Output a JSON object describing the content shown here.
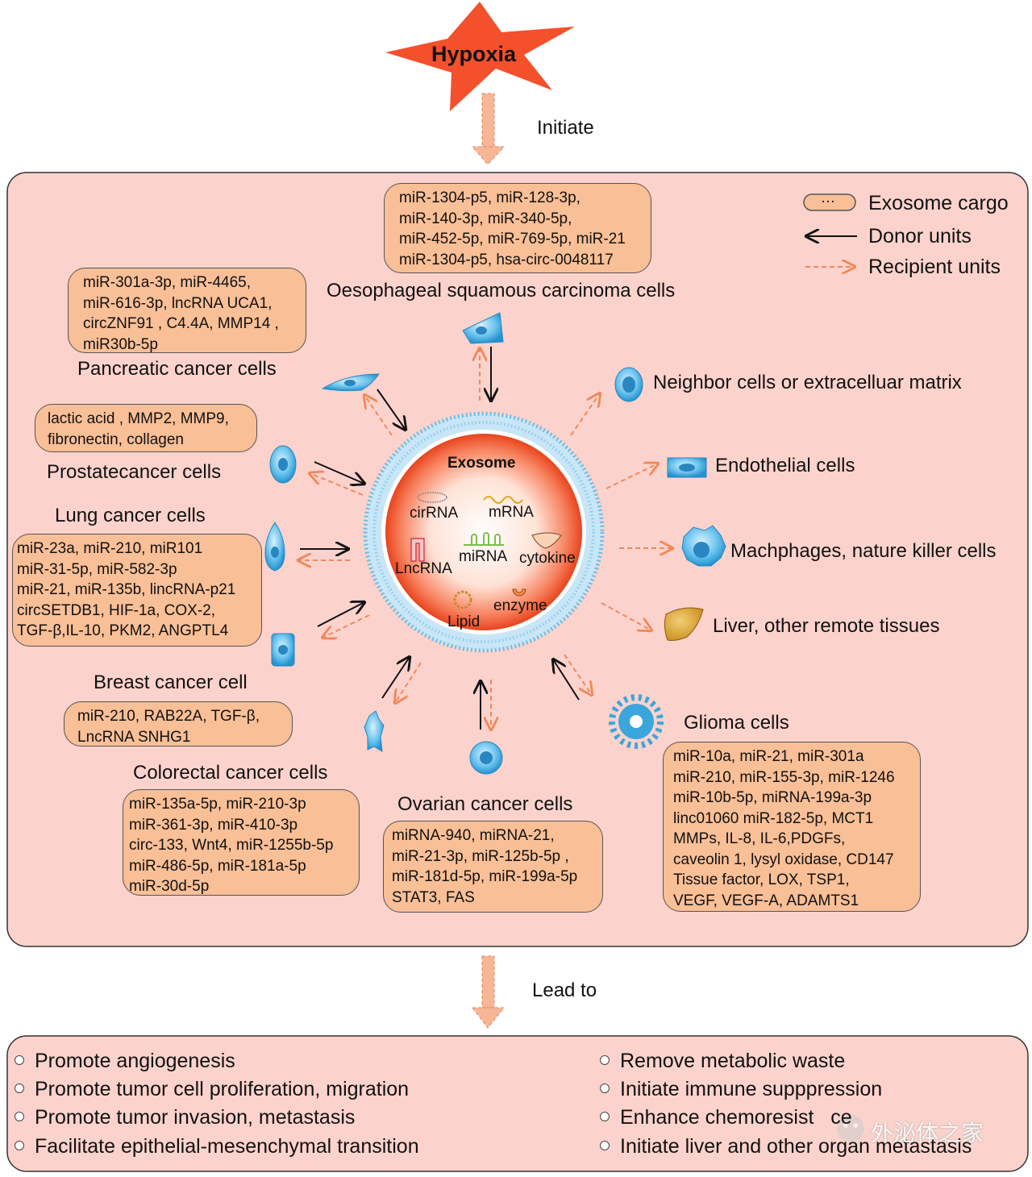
{
  "hypoxia": {
    "label": "Hypoxia",
    "color": "#f4502c"
  },
  "flow": {
    "initiate": "Initiate",
    "lead_to": "Lead to"
  },
  "legend": {
    "cargo_symbol": "···",
    "cargo": "Exosome cargo",
    "donor": "Donor units",
    "recipient": "Recipient units"
  },
  "exosome": {
    "title": "Exosome",
    "contents": {
      "circrna": "cirRNA",
      "mrna": "mRNA",
      "lncrna": "LncRNA",
      "mirna": "miRNA",
      "cytokine": "cytokine",
      "lipid": "Lipid",
      "enzyme": "enzyme"
    }
  },
  "donors": {
    "oesophageal": {
      "label": "Oesophageal squamous carcinoma cells",
      "cargo": [
        "miR-1304-p5, miR-128-3p,",
        "miR-140-3p, miR-340-5p,",
        "miR-452-5p, miR-769-5p, miR-21",
        "miR-1304-p5, hsa-circ-0048117"
      ]
    },
    "pancreatic": {
      "label": "Pancreatic cancer cells",
      "cargo": [
        "miR-301a-3p, miR-4465,",
        "miR-616-3p, lncRNA UCA1,",
        "circZNF91 , C4.4A,  MMP14 ,",
        "miR30b-5p"
      ]
    },
    "prostate": {
      "label": "Prostatecancer cells",
      "cargo": [
        "lactic acid , MMP2, MMP9,",
        "fibronectin, collagen"
      ]
    },
    "lung": {
      "label": "Lung cancer cells",
      "cargo": [
        "miR-23a, miR-210, miR101",
        "miR-31-5p, miR-582-3p",
        "miR-21, miR-135b, lincRNA-p21",
        "circSETDB1, HIF-1a, COX-2,",
        "TGF-β,IL-10, PKM2, ANGPTL4"
      ]
    },
    "breast": {
      "label": "Breast cancer cell",
      "cargo": [
        "miR-210, RAB22A, TGF-β,",
        "LncRNA SNHG1"
      ]
    },
    "colorectal": {
      "label": "Colorectal cancer cells",
      "cargo": [
        "miR-135a-5p, miR-210-3p",
        "miR-361-3p, miR-410-3p",
        "circ-133, Wnt4, miR-1255b-5p",
        "miR-486-5p, miR-181a-5p",
        "miR-30d-5p"
      ]
    },
    "ovarian": {
      "label": "Ovarian cancer cells",
      "cargo": [
        "miRNA-940, miRNA-21,",
        "miR-21-3p, miR-125b-5p ,",
        "miR-181d-5p, miR-199a-5p",
        "STAT3, FAS"
      ]
    },
    "glioma": {
      "label": "Glioma cells",
      "cargo": [
        "miR-10a, miR-21, miR-301a",
        "miR-210, miR-155-3p, miR-1246",
        "miR-10b-5p, miRNA-199a-3p",
        "linc01060 miR-182-5p, MCT1",
        "MMPs, IL-8,  IL-6,PDGFs,",
        "caveolin 1, lysyl oxidase, CD147",
        "Tissue factor, LOX, TSP1,",
        "VEGF, VEGF-A, ADAMTS1"
      ]
    }
  },
  "recipients": {
    "neighbor": "Neighbor cells or extracelluar matrix",
    "endothelial": "Endothelial cells",
    "macrophage": "Machphages, nature killer cells",
    "liver": "Liver, other remote tissues"
  },
  "outcomes": {
    "left": [
      "Promote angiogenesis",
      "Promote tumor cell proliferation, migration",
      "Promote tumor invasion, metastasis",
      "Facilitate epithelial-mesenchymal transition"
    ],
    "right": [
      "Remove metabolic waste",
      "Initiate immune supppression",
      "Enhance chemoresist   ce",
      "Initiate liver and other organ metastasis"
    ]
  },
  "watermark": "外泌体之家",
  "colors": {
    "panel": "#fcd3cc",
    "cargo": "#f9bf97",
    "donor_arrow": "#111111",
    "recipient_arrow": "#f0895a",
    "cell": "#3aa6dc",
    "membrane": "#7fc6ea"
  }
}
